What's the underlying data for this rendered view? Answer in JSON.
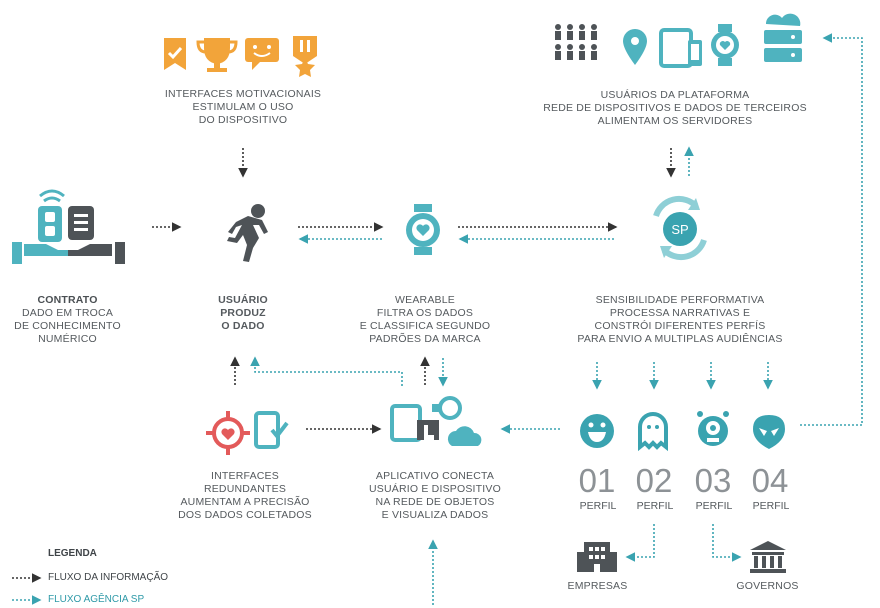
{
  "colors": {
    "teal": "#4fb3bf",
    "teal_dark": "#2f8f9c",
    "gray": "#4e5357",
    "orange": "#f2a43a",
    "red": "#e35a5a",
    "light_teal": "#8ecfd6"
  },
  "top_left": {
    "lines": [
      "INTERFACES MOTIVACIONAIS",
      "ESTIMULAM O USO",
      "DO DISPOSITIVO"
    ]
  },
  "top_right": {
    "lines": [
      "USUÁRIOS DA PLATAFORMA",
      "REDE DE DISPOSITIVOS E DADOS DE TERCEIROS",
      "ALIMENTAM OS SERVIDORES"
    ]
  },
  "contrato": {
    "title": "CONTRATO",
    "lines": [
      "DADO EM TROCA",
      "DE CONHECIMENTO",
      "NUMÉRICO"
    ]
  },
  "usuario": {
    "lines": [
      "USUÁRIO",
      "PRODUZ",
      "O DADO"
    ]
  },
  "wearable": {
    "lines": [
      "WEARABLE",
      "FILTRA OS DADOS",
      "E CLASSIFICA SEGUNDO",
      "PADRÕES DA MARCA"
    ]
  },
  "sp": {
    "badge": "SP",
    "lines": [
      "SENSIBILIDADE PERFORMATIVA",
      "PROCESSA NARRATIVAS E",
      "CONSTRÓI DIFERENTES PERFÍS",
      "PARA ENVIO A MULTIPLAS AUDIÊNCIAS"
    ]
  },
  "redundantes": {
    "lines": [
      "INTERFACES",
      "REDUNDANTES",
      "AUMENTAM A PRECISÃO",
      "DOS DADOS COLETADOS"
    ]
  },
  "aplicativo": {
    "lines": [
      "APLICATIVO CONECTA",
      "USUÁRIO E DISPOSITIVO",
      "NA REDE DE OBJETOS",
      "E VISUALIZA DADOS"
    ]
  },
  "profiles": [
    {
      "num": "01",
      "label": "PERFIL",
      "icon": "smiley-icon"
    },
    {
      "num": "02",
      "label": "PERFIL",
      "icon": "ghost-icon"
    },
    {
      "num": "03",
      "label": "PERFIL",
      "icon": "monster-icon"
    },
    {
      "num": "04",
      "label": "PERFIL",
      "icon": "alien-icon"
    }
  ],
  "empresas": "EMPRESAS",
  "governos": "GOVERNOS",
  "legend": {
    "title": "LEGENDA",
    "info": "FLUXO DA INFORMAÇÃO",
    "agency": "FLUXO AGÊNCIA SP"
  }
}
